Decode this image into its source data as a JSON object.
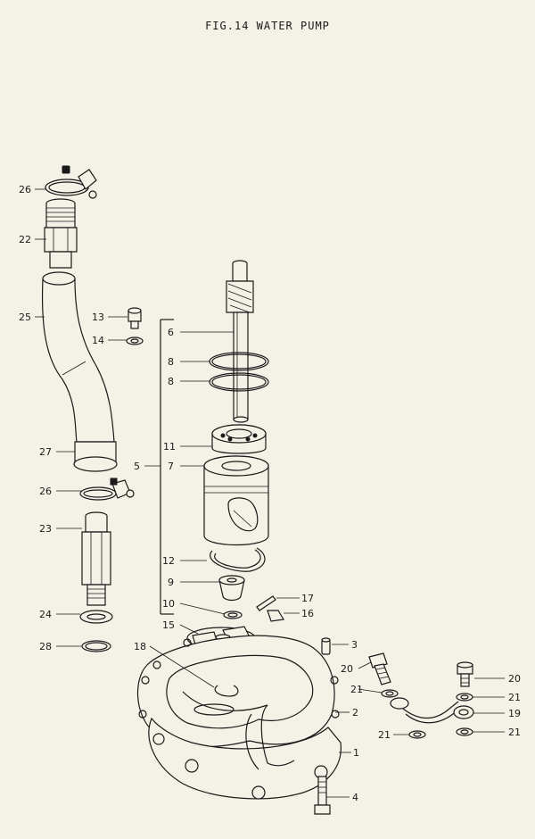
{
  "title": "FIG.14  WATER PUMP",
  "callouts": {
    "c26a": "26",
    "c22": "22",
    "c25": "25",
    "c27": "27",
    "c26b": "26",
    "c23": "23",
    "c24": "24",
    "c28": "28",
    "c13": "13",
    "c14": "14",
    "c6": "6",
    "c8a": "8",
    "c8b": "8",
    "c11": "11",
    "c5": "5",
    "c7": "7",
    "c12": "12",
    "c9": "9",
    "c10": "10",
    "c15": "15",
    "c17": "17",
    "c16": "16",
    "c18": "18",
    "c3": "3",
    "c20a": "20",
    "c21a": "21",
    "c2": "2",
    "c21b": "21",
    "c1": "1",
    "c4": "4",
    "c20b": "20",
    "c21c": "21",
    "c19": "19",
    "c21d": "21"
  }
}
